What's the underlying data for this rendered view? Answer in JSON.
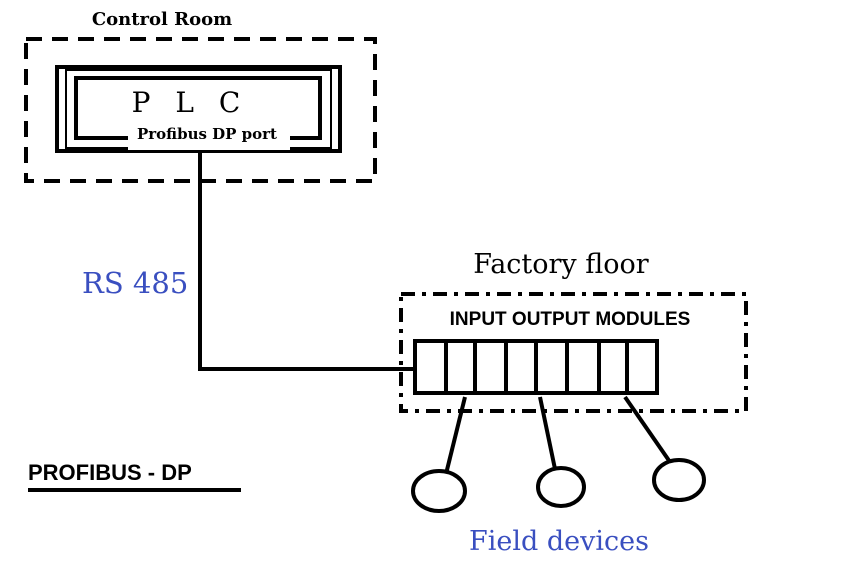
{
  "diagram": {
    "title": "PROFIBUS - DP",
    "control_room": {
      "label": "Control Room",
      "plc": {
        "label": "P L C",
        "port_label": "Profibus DP port"
      }
    },
    "link": {
      "label": "RS 485",
      "label_color": "#3a4fc0"
    },
    "factory_floor": {
      "label": "Factory floor",
      "io_modules": {
        "label": "INPUT OUTPUT MODULES",
        "cell_count": 8
      }
    },
    "field_devices": {
      "label": "Field devices",
      "label_color": "#3a4fc0",
      "count": 3
    }
  }
}
